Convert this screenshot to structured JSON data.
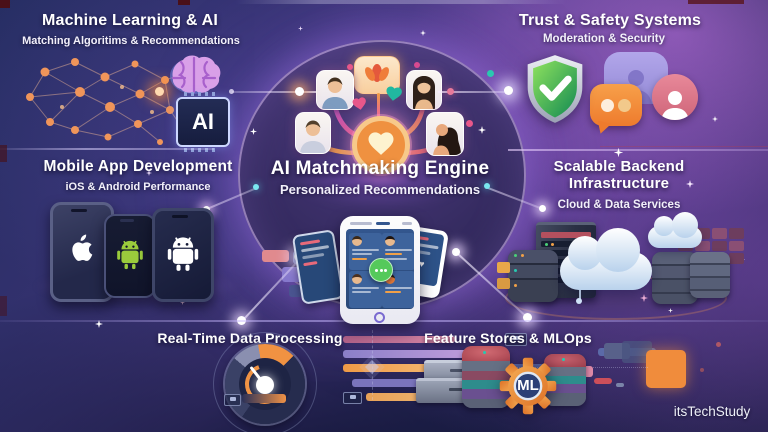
{
  "watermark": "itsTechStudy",
  "center": {
    "title": "AI Matchmaking Engine",
    "subtitle": "Personalized Recommendations"
  },
  "sections": {
    "ml": {
      "title": "Machine Learning & AI",
      "subtitle": "Matching Algoritims & Recommendations",
      "chip_label": "AI"
    },
    "trust": {
      "title": "Trust & Safety Systems",
      "subtitle": "Moderation & Security"
    },
    "mobile": {
      "title": "Mobile App Development",
      "subtitle": "iOS & Android Performance"
    },
    "backend": {
      "title": "Scalable Backend Infrastructure",
      "subtitle": "Cloud & Data Services"
    },
    "realtime": {
      "title": "Real-Time Data Processing"
    },
    "mlops": {
      "title": "Feature Stores & MLOps",
      "gear_label": "ML"
    }
  },
  "icons": {
    "neural-network-icon": "node-graph",
    "brain-icon": "brain",
    "ai-chip-icon": "processor chip",
    "shield-check-icon": "shield with checkmark",
    "chat-bubble-icon": "speech bubble",
    "user-bubble-icon": "person silhouette bubble",
    "apple-logo-icon": "apple",
    "android-robot-icon": "android robot",
    "server-rack-icon": "server tower",
    "cloud-icon": "cloud",
    "database-icon": "stacked database cylinders",
    "gauge-icon": "speed dial",
    "data-bars-icon": "streaming bars",
    "ml-gear-icon": "gear with ML",
    "storage-box-icon": "crates",
    "heart-icon": "heart",
    "flower-icon": "lotus flower",
    "profile-card-icon": "person photo card",
    "sparkle-icon": "four-point star"
  },
  "colors": {
    "accent_orange": "#f09a3e",
    "accent_pink": "#e8578a",
    "accent_teal": "#21b8a0",
    "accent_purple": "#8a5fc0",
    "shield_green": "#2aa84f",
    "android_green": "#9acb3c",
    "bg_navy": "#1a2046",
    "bg_purple": "#7b4fae"
  }
}
